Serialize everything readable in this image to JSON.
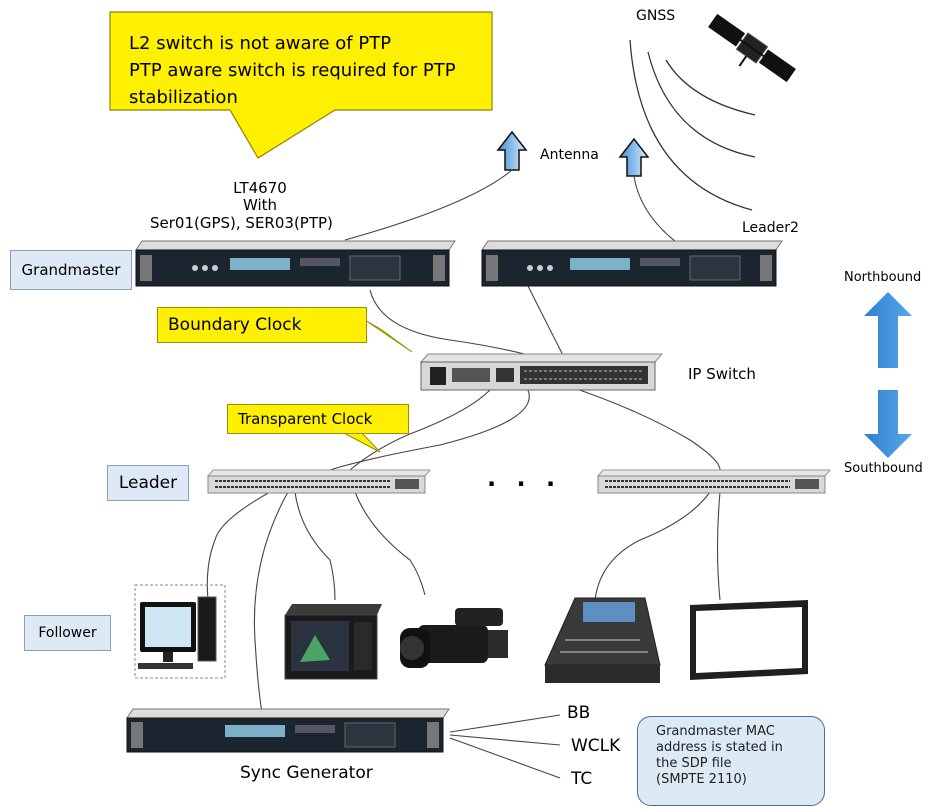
{
  "callout": {
    "lines": [
      "L2 switch is not aware of PTP",
      "PTP aware switch is required for PTP",
      "stabilization"
    ]
  },
  "gnss_label": "GNSS",
  "antenna_label": "Antenna",
  "grandmaster_device_label": [
    "LT4670",
    "With",
    "Ser01(GPS), SER03(PTP)"
  ],
  "leader2_label": "Leader2",
  "grandmaster_box": "Grandmaster",
  "boundary_clock": "Boundary  Clock",
  "ip_switch_label": "IP Switch",
  "transparent_clock": "Transparent Clock",
  "leader_box": "Leader",
  "ellipsis": ". . .",
  "northbound": "Northbound",
  "southbound": "Southbound",
  "follower_box": "Follower",
  "sync_generator": "Sync Generator",
  "outputs": [
    "BB",
    "WCLK",
    "TC"
  ],
  "note": {
    "lines": [
      "Grandmaster MAC",
      "address is stated in",
      "the SDP file",
      "(SMPTE 2110)"
    ]
  },
  "colors": {
    "callout_yellow": "#ffef00",
    "arrow_blue": "#3f8fd8",
    "label_box_fill": "#dde9f4",
    "device_dark": "#1b2530"
  }
}
